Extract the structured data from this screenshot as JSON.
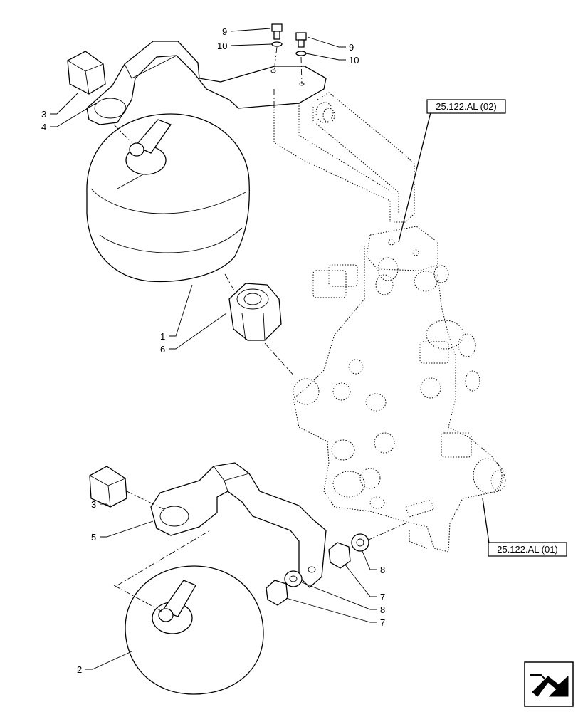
{
  "callouts": [
    {
      "id": "c1",
      "text": "1"
    },
    {
      "id": "c2",
      "text": "2"
    },
    {
      "id": "c3a",
      "text": "3"
    },
    {
      "id": "c3b",
      "text": "3"
    },
    {
      "id": "c4",
      "text": "4"
    },
    {
      "id": "c5",
      "text": "5"
    },
    {
      "id": "c6",
      "text": "6"
    },
    {
      "id": "c7a",
      "text": "7"
    },
    {
      "id": "c7b",
      "text": "7"
    },
    {
      "id": "c8a",
      "text": "8"
    },
    {
      "id": "c8b",
      "text": "8"
    },
    {
      "id": "c9a",
      "text": "9"
    },
    {
      "id": "c9b",
      "text": "9"
    },
    {
      "id": "c10a",
      "text": "10"
    },
    {
      "id": "c10b",
      "text": "10"
    }
  ],
  "references": [
    {
      "id": "ref-02",
      "text": "25.122.AL (02)"
    },
    {
      "id": "ref-01",
      "text": "25.122.AL (01)"
    }
  ],
  "icons": {
    "corner": "page-turn-arrow-icon"
  }
}
